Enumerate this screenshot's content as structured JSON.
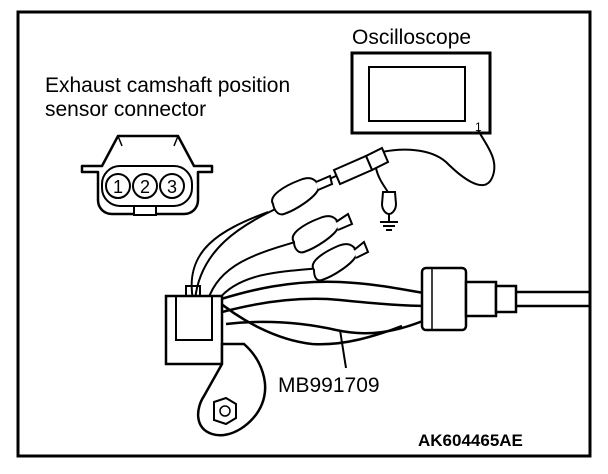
{
  "labels": {
    "oscilloscope": "Oscilloscope",
    "connector_line1": "Exhaust camshaft position",
    "connector_line2": "sensor connector",
    "harness": "MB991709",
    "figure_code": "AK604465AE",
    "probe_channel": "1"
  },
  "connector_pins": [
    "1",
    "2",
    "3"
  ],
  "colors": {
    "line": "#000000",
    "background": "#ffffff"
  }
}
